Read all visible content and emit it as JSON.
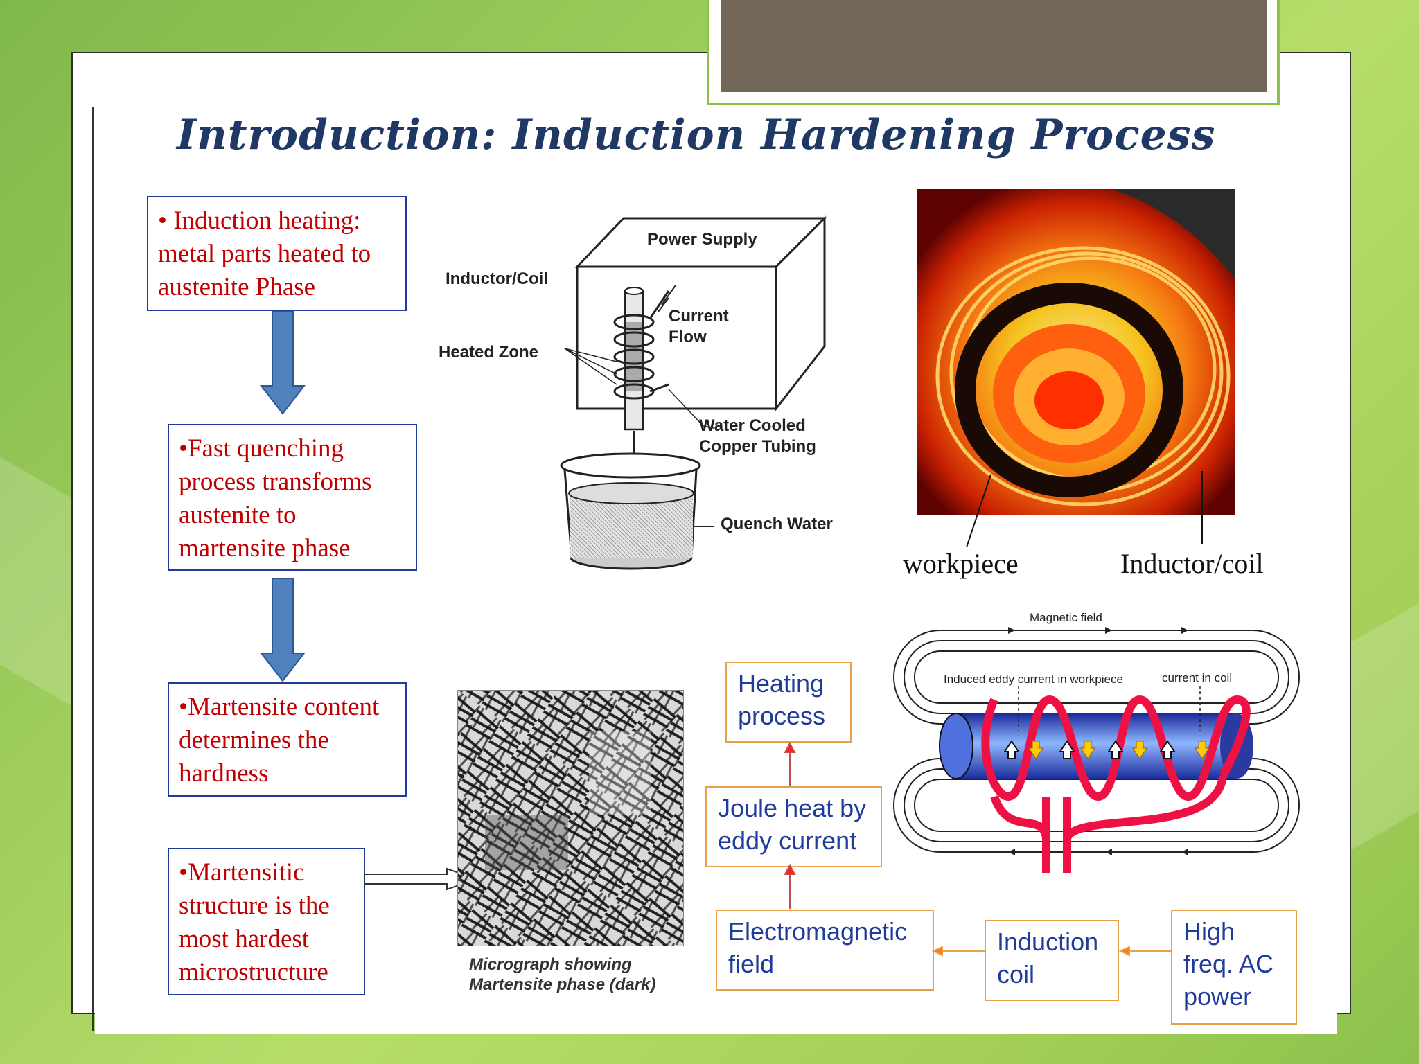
{
  "title": "Introduction: Induction Hardening Process",
  "steps": {
    "step1": "• Induction heating: metal parts heated to austenite Phase",
    "step2": "•Fast quenching process transforms austenite to martensite phase",
    "step3": "•Martensite content determines the hardness",
    "step4": "•Martensitic structure is the most hardest microstructure"
  },
  "apparatus": {
    "power_supply": "Power Supply",
    "inductor_coil": "Inductor/Coil",
    "current_flow": "Current Flow",
    "heated_zone": "Heated Zone",
    "water_cooled": "Water Cooled Copper Tubing",
    "quench_water": "Quench Water"
  },
  "photo": {
    "workpiece": "workpiece",
    "inductor": "Inductor/coil"
  },
  "micrograph": {
    "caption_line1": "Micrograph showing",
    "caption_line2": "Martensite phase (dark)"
  },
  "field_diagram": {
    "magnetic_field": "Magnetic field",
    "eddy_current": "Induced  eddy  current in workpiece",
    "coil_current": "current in coil"
  },
  "flow": {
    "heating": "Heating process",
    "joule": "Joule heat by eddy current",
    "em_field": "Electromagnetic field",
    "induction_coil": "Induction coil",
    "ac_power": "High freq. AC power"
  },
  "colors": {
    "title": "#1f3864",
    "step_text": "#c00000",
    "step_border": "#1f3c9c",
    "flow_border": "#e8a04a",
    "flow_text": "#1f3c9c",
    "arrow_blue": "#4f81bd",
    "background_green": "#9ccc5a",
    "tab_fill": "#736759"
  }
}
